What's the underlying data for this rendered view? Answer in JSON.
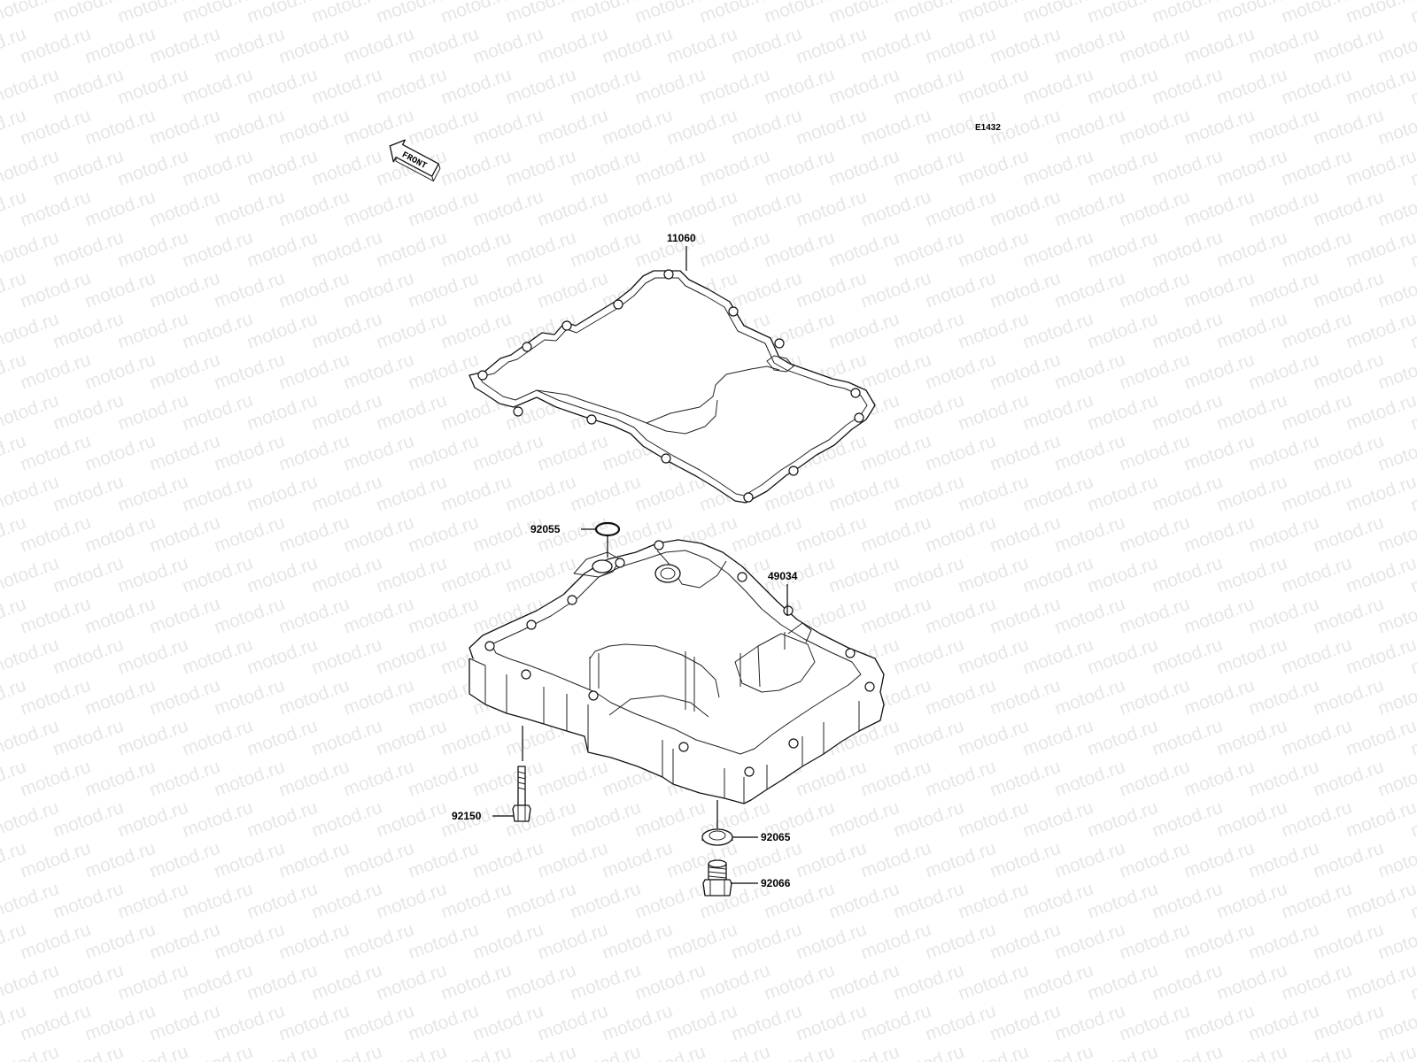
{
  "watermark": "motod.ru",
  "figure_code": "E1432",
  "front_label": "FRONT",
  "parts": [
    {
      "number": "11060",
      "name_id": "gasket"
    },
    {
      "number": "92055",
      "name_id": "o-ring"
    },
    {
      "number": "49034",
      "name_id": "oil-pan"
    },
    {
      "number": "92150",
      "name_id": "bolt"
    },
    {
      "number": "92065",
      "name_id": "washer"
    },
    {
      "number": "92066",
      "name_id": "drain-plug"
    }
  ],
  "colors": {
    "line": "#000000",
    "watermark": "#e6e6e6",
    "background": "#ffffff"
  }
}
